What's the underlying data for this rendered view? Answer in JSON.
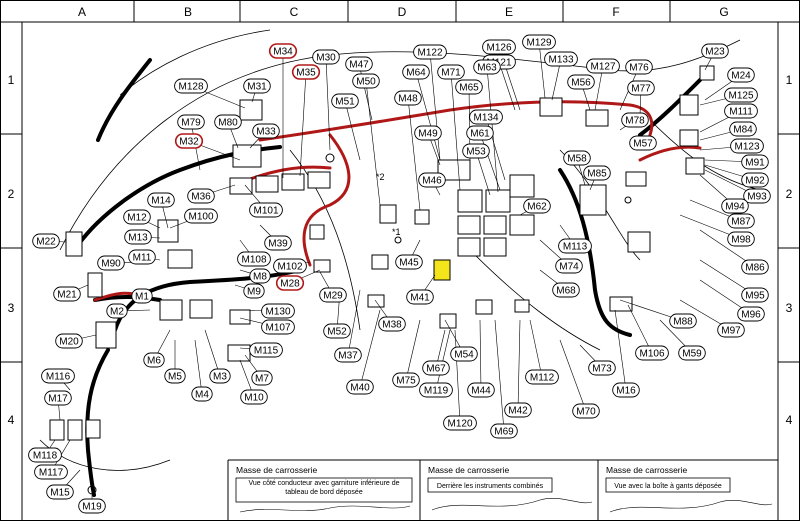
{
  "grid": {
    "columns": [
      "A",
      "B",
      "C",
      "D",
      "E",
      "F",
      "G"
    ],
    "rows": [
      "1",
      "2",
      "3",
      "4"
    ]
  },
  "connectors": [
    {
      "id": "M34",
      "red": true
    },
    {
      "id": "M35",
      "red": true
    },
    {
      "id": "M30"
    },
    {
      "id": "M47"
    },
    {
      "id": "M122"
    },
    {
      "id": "M126"
    },
    {
      "id": "M129"
    },
    {
      "id": "M121"
    },
    {
      "id": "M133"
    },
    {
      "id": "M127"
    },
    {
      "id": "M76"
    },
    {
      "id": "M23"
    },
    {
      "id": "M64"
    },
    {
      "id": "M71"
    },
    {
      "id": "M63"
    },
    {
      "id": "M56"
    },
    {
      "id": "M24"
    },
    {
      "id": "M128"
    },
    {
      "id": "M31"
    },
    {
      "id": "M50"
    },
    {
      "id": "M48"
    },
    {
      "id": "M65"
    },
    {
      "id": "M77"
    },
    {
      "id": "M125"
    },
    {
      "id": "M51"
    },
    {
      "id": "M111"
    },
    {
      "id": "M79"
    },
    {
      "id": "M80"
    },
    {
      "id": "M134"
    },
    {
      "id": "M78"
    },
    {
      "id": "M84"
    },
    {
      "id": "M33"
    },
    {
      "id": "M49"
    },
    {
      "id": "M61"
    },
    {
      "id": "M32",
      "red": true
    },
    {
      "id": "M57"
    },
    {
      "id": "M123"
    },
    {
      "id": "M53"
    },
    {
      "id": "M58"
    },
    {
      "id": "M91"
    },
    {
      "id": "M85"
    },
    {
      "id": "M46"
    },
    {
      "id": "M92"
    },
    {
      "id": "M36"
    },
    {
      "id": "M14"
    },
    {
      "id": "M93"
    },
    {
      "id": "M101"
    },
    {
      "id": "M62"
    },
    {
      "id": "M94"
    },
    {
      "id": "M100"
    },
    {
      "id": "M12"
    },
    {
      "id": "M87"
    },
    {
      "id": "M39"
    },
    {
      "id": "M13"
    },
    {
      "id": "M113"
    },
    {
      "id": "M22"
    },
    {
      "id": "M98"
    },
    {
      "id": "M108"
    },
    {
      "id": "M90"
    },
    {
      "id": "M11"
    },
    {
      "id": "M74"
    },
    {
      "id": "M45"
    },
    {
      "id": "M102"
    },
    {
      "id": "M86"
    },
    {
      "id": "M8"
    },
    {
      "id": "M28",
      "red": true
    },
    {
      "id": "M21"
    },
    {
      "id": "M9"
    },
    {
      "id": "M29"
    },
    {
      "id": "M41"
    },
    {
      "id": "M68"
    },
    {
      "id": "M95"
    },
    {
      "id": "M1"
    },
    {
      "id": "M2"
    },
    {
      "id": "M130"
    },
    {
      "id": "M52"
    },
    {
      "id": "M38"
    },
    {
      "id": "M96"
    },
    {
      "id": "M107"
    },
    {
      "id": "M88"
    },
    {
      "id": "M97"
    },
    {
      "id": "M20"
    },
    {
      "id": "M115"
    },
    {
      "id": "M37"
    },
    {
      "id": "M54"
    },
    {
      "id": "M106"
    },
    {
      "id": "M59"
    },
    {
      "id": "M6"
    },
    {
      "id": "M67"
    },
    {
      "id": "M73"
    },
    {
      "id": "M116"
    },
    {
      "id": "M5"
    },
    {
      "id": "M3"
    },
    {
      "id": "M7"
    },
    {
      "id": "M40"
    },
    {
      "id": "M75"
    },
    {
      "id": "M112"
    },
    {
      "id": "M16"
    },
    {
      "id": "M4"
    },
    {
      "id": "M119"
    },
    {
      "id": "M44"
    },
    {
      "id": "M17"
    },
    {
      "id": "M10"
    },
    {
      "id": "M42"
    },
    {
      "id": "M70"
    },
    {
      "id": "M120"
    },
    {
      "id": "M69"
    },
    {
      "id": "M118"
    },
    {
      "id": "M117"
    },
    {
      "id": "M15"
    },
    {
      "id": "M19"
    }
  ],
  "markers": [
    "*2",
    "*1"
  ],
  "insets": [
    {
      "title": "Masse de carrosserie",
      "caption": "Vue côté conducteur avec garniture inférieure de tableau de bord déposée"
    },
    {
      "title": "Masse de carrosserie",
      "caption": "Derrière les instruments combinés"
    },
    {
      "title": "Masse de carrosserie",
      "caption": "Vue avec la boîte à gants déposée"
    }
  ],
  "colors": {
    "line": "#000000",
    "red_wire": "#b01818",
    "highlight": "#f4e41c",
    "frame": "#000000"
  }
}
